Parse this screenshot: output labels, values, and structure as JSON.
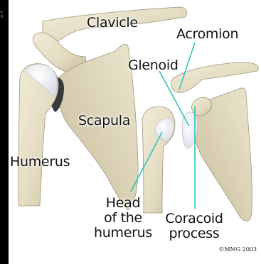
{
  "side_text": [
    "s",
    "ll"
  ],
  "labels": {
    "clavicle": "Clavicle",
    "acromion": "Acromion",
    "glenoid": "Glenoid",
    "scapula": "Scapula",
    "humerus": "Humerus",
    "head_of_humerus": [
      "Head",
      "of the",
      "humerus"
    ],
    "coracoid_process": [
      "Coracoid",
      "process"
    ]
  },
  "copyright": "©MMG 2003",
  "colors": {
    "bone": "#e6dfc6",
    "bone_shadow": "#b8ad8e",
    "cartilage": "#f4f6fa",
    "pointer_line": "#2ec4b6",
    "background": "#ffffff",
    "frame": "#000000"
  }
}
